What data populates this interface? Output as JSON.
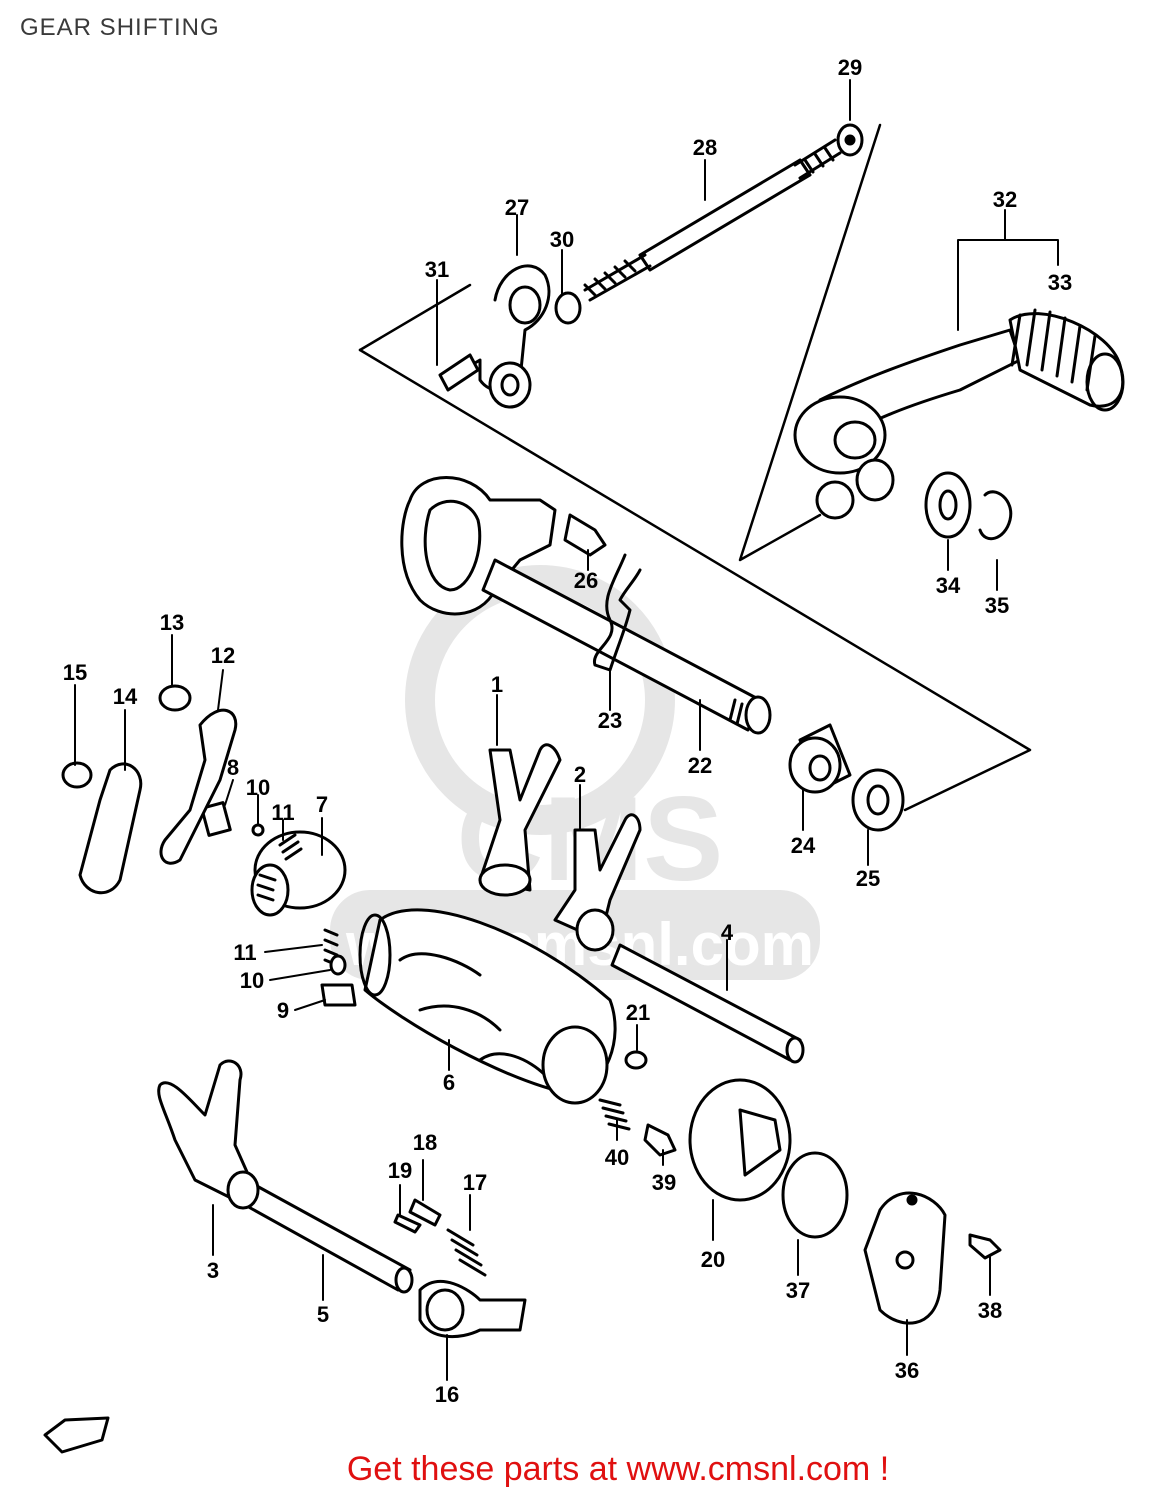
{
  "page": {
    "title": "GEAR SHIFTING",
    "footer_link": "Get these parts at www.cmsnl.com !"
  },
  "watermark": {
    "text_1": "CMS",
    "text_2": "www.cmsnl.com",
    "color": "#e6e6e6"
  },
  "callouts": [
    {
      "id": "part-1",
      "label": "1"
    },
    {
      "id": "part-2",
      "label": "2"
    },
    {
      "id": "part-3",
      "label": "3"
    },
    {
      "id": "part-4",
      "label": "4"
    },
    {
      "id": "part-5",
      "label": "5"
    },
    {
      "id": "part-6",
      "label": "6"
    },
    {
      "id": "part-7",
      "label": "7"
    },
    {
      "id": "part-8",
      "label": "8"
    },
    {
      "id": "part-9",
      "label": "9"
    },
    {
      "id": "part-10a",
      "label": "10"
    },
    {
      "id": "part-10b",
      "label": "10"
    },
    {
      "id": "part-11a",
      "label": "11"
    },
    {
      "id": "part-11b",
      "label": "11"
    },
    {
      "id": "part-12",
      "label": "12"
    },
    {
      "id": "part-13",
      "label": "13"
    },
    {
      "id": "part-14",
      "label": "14"
    },
    {
      "id": "part-15",
      "label": "15"
    },
    {
      "id": "part-16",
      "label": "16"
    },
    {
      "id": "part-17",
      "label": "17"
    },
    {
      "id": "part-18",
      "label": "18"
    },
    {
      "id": "part-19",
      "label": "19"
    },
    {
      "id": "part-20",
      "label": "20"
    },
    {
      "id": "part-21",
      "label": "21"
    },
    {
      "id": "part-22",
      "label": "22"
    },
    {
      "id": "part-23",
      "label": "23"
    },
    {
      "id": "part-24",
      "label": "24"
    },
    {
      "id": "part-25",
      "label": "25"
    },
    {
      "id": "part-26",
      "label": "26"
    },
    {
      "id": "part-27",
      "label": "27"
    },
    {
      "id": "part-28",
      "label": "28"
    },
    {
      "id": "part-29",
      "label": "29"
    },
    {
      "id": "part-30",
      "label": "30"
    },
    {
      "id": "part-31",
      "label": "31"
    },
    {
      "id": "part-32",
      "label": "32"
    },
    {
      "id": "part-33",
      "label": "33"
    },
    {
      "id": "part-34",
      "label": "34"
    },
    {
      "id": "part-35",
      "label": "35"
    },
    {
      "id": "part-36",
      "label": "36"
    },
    {
      "id": "part-37",
      "label": "37"
    },
    {
      "id": "part-38",
      "label": "38"
    },
    {
      "id": "part-39",
      "label": "39"
    },
    {
      "id": "part-40",
      "label": "40"
    }
  ],
  "colors": {
    "ink": "#000000",
    "title": "#3a3a3a",
    "link": "#e01010"
  }
}
